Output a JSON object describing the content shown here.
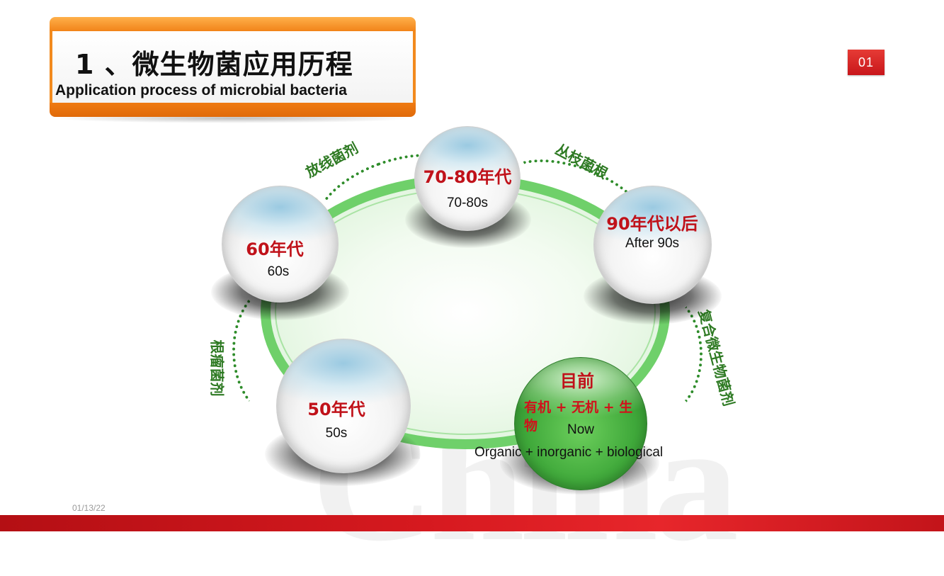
{
  "header": {
    "title_cn": "1 、微生物菌应用历程",
    "title_en": "Application process of microbial bacteria",
    "page_number": "01"
  },
  "footer": {
    "date": "01/13/22"
  },
  "watermark": "China",
  "colors": {
    "accent_red": "#c0121a",
    "banner_orange": "#f07f14",
    "ring_green": "#6fd06a",
    "arc_label_green": "#2e7a23"
  },
  "timeline": {
    "nodes": [
      {
        "era_cn": "50年代",
        "era_en": "50s"
      },
      {
        "era_cn": "60年代",
        "era_en": "60s"
      },
      {
        "era_cn": "70-80年代",
        "era_en": "70-80s"
      },
      {
        "era_cn": "90年代以后",
        "era_en": "After 90s"
      },
      {
        "era_cn": "目前",
        "detail_cn": "有机 + 无机 + 生物",
        "era_en": "Now",
        "detail_en": "Organic + inorganic + biological"
      }
    ],
    "transitions": [
      "根瘤菌剂",
      "放线菌剂",
      "丛枝菌根",
      "复合微生物菌剂"
    ]
  }
}
